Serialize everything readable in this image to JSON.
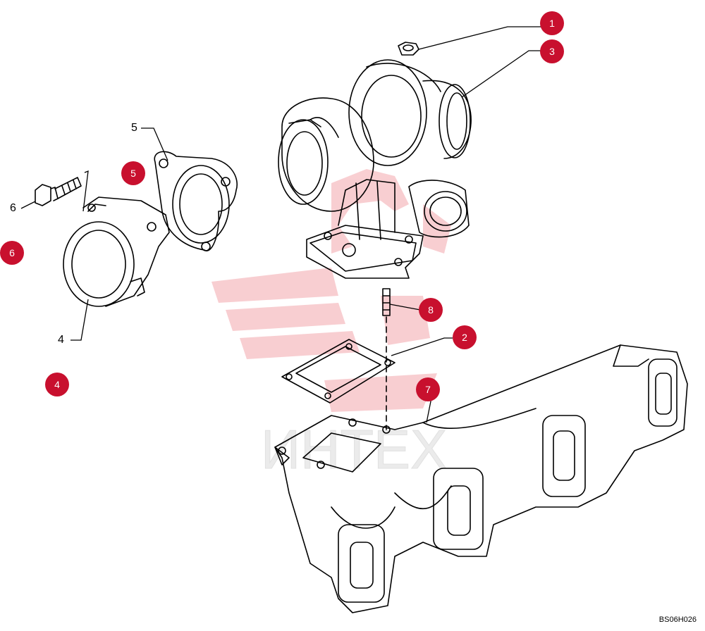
{
  "diagram": {
    "drawing_code": "BS06H026",
    "watermark_text": "ИНТЕХ",
    "callout_markers": [
      {
        "id": "m1",
        "label": "1"
      },
      {
        "id": "m3",
        "label": "3"
      },
      {
        "id": "m5",
        "label": "5"
      },
      {
        "id": "m6",
        "label": "6"
      },
      {
        "id": "m8",
        "label": "8"
      },
      {
        "id": "m2",
        "label": "2"
      },
      {
        "id": "m7",
        "label": "7"
      },
      {
        "id": "m4",
        "label": "4"
      }
    ],
    "plain_labels": [
      {
        "id": "l5",
        "label": "5"
      },
      {
        "id": "l6",
        "label": "6"
      },
      {
        "id": "l4",
        "label": "4"
      }
    ],
    "colors": {
      "marker": "#c8102e",
      "watermark": "#f7c9cc",
      "line": "#000000"
    }
  }
}
